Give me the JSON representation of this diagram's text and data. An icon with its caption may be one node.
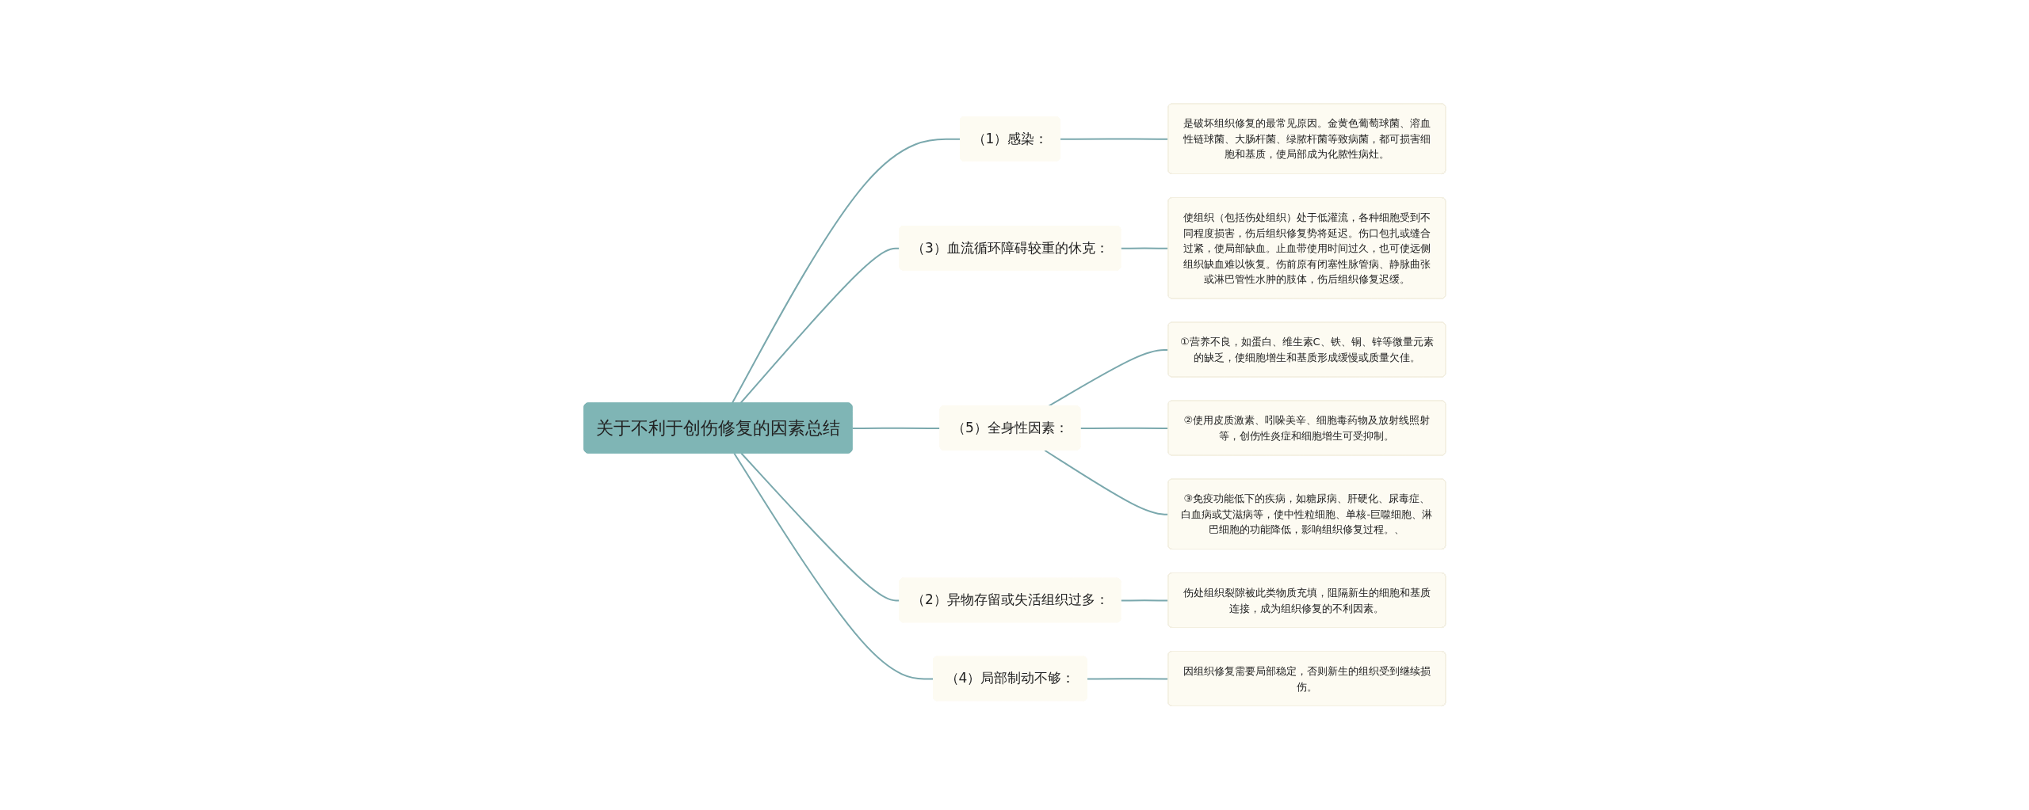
{
  "diagram": {
    "nodes": [
      {
        "text": [
          "关于不利于创伤修复的因素总结"
        ]
      },
      {
        "text": [
          "（1）感染："
        ]
      },
      {
        "text": [
          "是破坏组织修复的最常见原因。金黄色葡萄球菌、溶血性链球菌、大肠杆菌、绿脓杆菌等致病菌，都可损害细胞和基质，使局部成为化脓性病灶。"
        ]
      },
      {
        "text": [
          "（3）血流循环障碍较重的休克："
        ]
      },
      {
        "text": [
          "使组织（包括伤处组织）处于低灌流，各种细胞受到不同程度损害，伤后组织修复势将延迟。伤口包扎或缝合过紧，使局部缺血。止血带使用时间过久，也可使远侧组织缺血难以恢复。伤前原有闭塞性脉管病、静脉曲张或淋巴管性水肿的肢体，伤后组织修复迟缓。"
        ]
      },
      {
        "text": [
          "（5）全身性因素："
        ]
      },
      {
        "text": [
          "①营养不良，如蛋白、维生素C、铁、铜、锌等微量元素的缺乏，使细胞增生和基质形成缓慢或质量欠佳。"
        ]
      },
      {
        "text": [
          "②使用皮质激素、吲哚美辛、细胞毒药物及放射线照射等，创伤性炎症和细胞增生可受抑制。"
        ]
      },
      {
        "text": [
          "③免疫功能低下的疾病，如糖尿病、肝硬化、尿毒症、白血病或艾滋病等，使中性粒细胞、单核-巨噬细胞、淋巴细胞的功能降低，影响组织修复过程。、"
        ]
      },
      {
        "text": [
          "（2）异物存留或失活组织过多："
        ]
      },
      {
        "text": [
          "伤处组织裂隙被此类物质充填，阻隔新生的细胞和基质连接，成为组织修复的不利因素。"
        ]
      },
      {
        "text": [
          "（4）局部制动不够："
        ]
      },
      {
        "text": [
          "因组织修复需要局部稳定，否则新生的组织受到继续损伤。"
        ]
      }
    ],
    "edges": [
      {
        "from": 0,
        "to": 1,
        "arrow": "none"
      },
      {
        "from": 1,
        "to": 2,
        "arrow": "none"
      },
      {
        "from": 0,
        "to": 3,
        "arrow": "none"
      },
      {
        "from": 3,
        "to": 4,
        "arrow": "none"
      },
      {
        "from": 0,
        "to": 5,
        "arrow": "none"
      },
      {
        "from": 5,
        "to": 6,
        "arrow": "none"
      },
      {
        "from": 5,
        "to": 7,
        "arrow": "none"
      },
      {
        "from": 5,
        "to": 8,
        "arrow": "none"
      },
      {
        "from": 0,
        "to": 9,
        "arrow": "none"
      },
      {
        "from": 9,
        "to": 10,
        "arrow": "none"
      },
      {
        "from": 0,
        "to": 11,
        "arrow": "none"
      },
      {
        "from": 11,
        "to": 12,
        "arrow": "none"
      }
    ]
  }
}
